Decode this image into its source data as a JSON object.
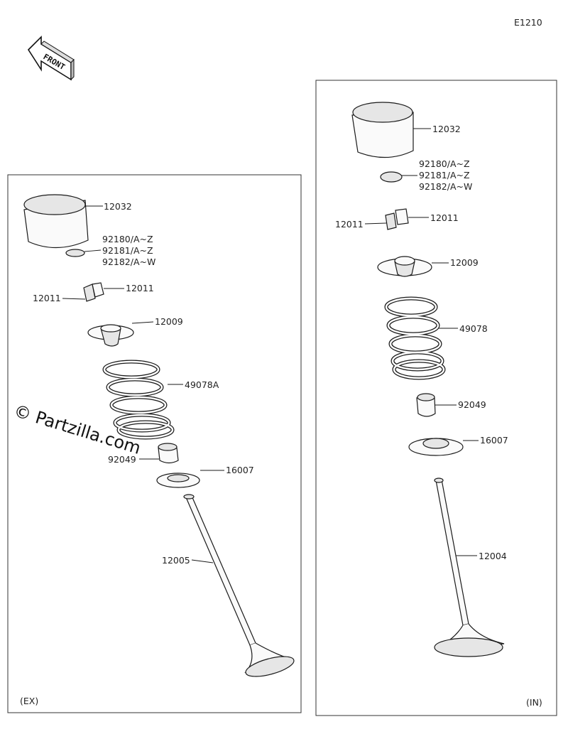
{
  "diagram_code": "E1210",
  "front_label": "FRONT",
  "watermark": "© Partzilla.com",
  "panels": {
    "ex": {
      "label": "(EX)",
      "parts": {
        "tappet": "12032",
        "shim_1": "92180/A~Z",
        "shim_2": "92181/A~Z",
        "shim_3": "92182/A~W",
        "cotter_right": "12011",
        "cotter_left": "12011",
        "retainer": "12009",
        "spring": "49078A",
        "seal": "92049",
        "spring_seat": "16007",
        "valve": "12005"
      }
    },
    "in": {
      "label": "(IN)",
      "parts": {
        "tappet": "12032",
        "shim_1": "92180/A~Z",
        "shim_2": "92181/A~Z",
        "shim_3": "92182/A~W",
        "cotter_right": "12011",
        "cotter_left": "12011",
        "retainer": "12009",
        "spring": "49078",
        "seal": "92049",
        "spring_seat": "16007",
        "valve": "12004"
      }
    }
  }
}
